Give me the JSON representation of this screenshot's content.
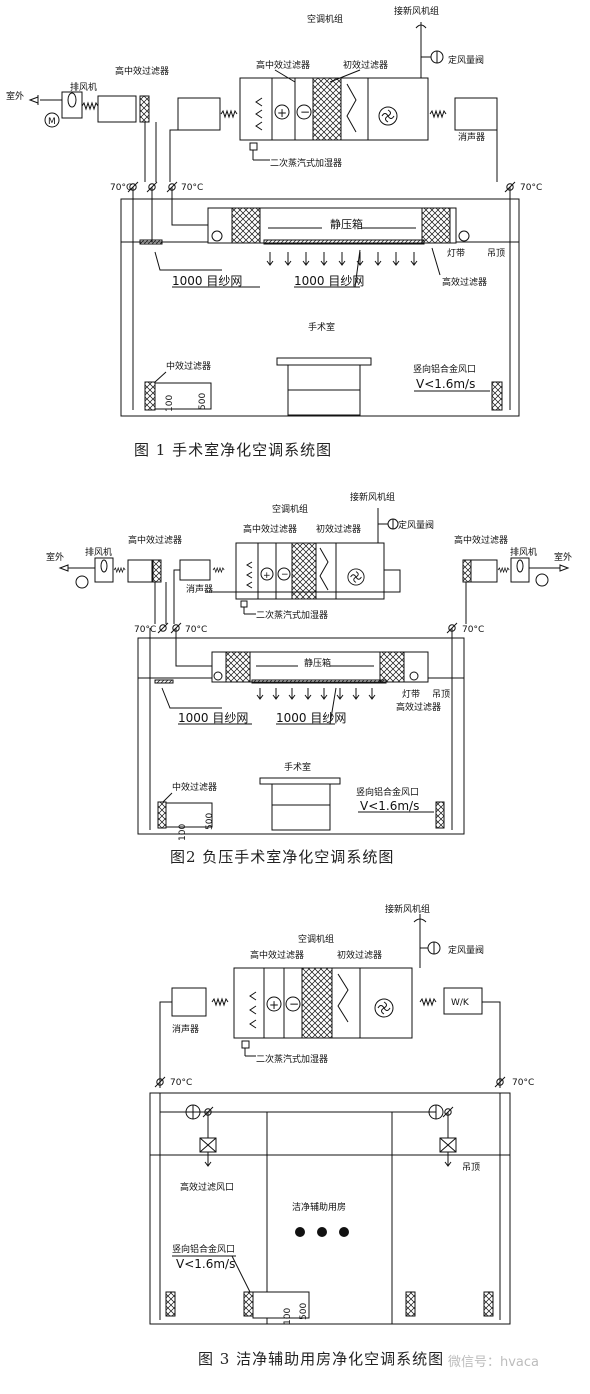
{
  "fig1": {
    "ahu": "空调机组",
    "fresh_air_unit": "接新风机组",
    "const_damper": "定风量阀",
    "med_high_filter_ahu": "高中效过滤器",
    "pre_filter": "初效过滤器",
    "outdoor": "室外",
    "exhaust_fan": "排风机",
    "med_high_filter_ex": "高中效过滤器",
    "silencer": "消声器",
    "humidifier": "二次蒸汽式加湿器",
    "fd70_a": "70°C",
    "fd70_b": "70°C",
    "fd70_c": "70°C",
    "plenum": "静压箱",
    "light_belt": "灯带",
    "ceiling": "吊顶",
    "mesh1": "1000 目纱网",
    "mesh2": "1000 目纱网",
    "hepa": "高效过滤器",
    "room": "手术室",
    "med_filter": "中效过滤器",
    "grille": "竖向铝合金风口",
    "velocity": "V<1.6m/s",
    "dim_100": "100",
    "dim_500": "500",
    "caption": "图 1  手术室净化空调系统图"
  },
  "fig2": {
    "ahu": "空调机组",
    "fresh_air_unit": "接新风机组",
    "const_damper": "定风量阀",
    "med_high_filter_ahu": "高中效过滤器",
    "pre_filter": "初效过滤器",
    "outdoor_l": "室外",
    "exhaust_fan_l": "排风机",
    "med_high_filter_l": "高中效过滤器",
    "outdoor_r": "室外",
    "exhaust_fan_r": "排风机",
    "med_high_filter_r": "高中效过滤器",
    "silencer": "消声器",
    "humidifier": "二次蒸汽式加湿器",
    "fd70_a": "70°C",
    "fd70_b": "70°C",
    "fd70_c": "70°C",
    "plenum": "静压箱",
    "light_belt": "灯带",
    "ceiling": "吊顶",
    "mesh1": "1000 目纱网",
    "mesh2": "1000 目纱网",
    "hepa": "高效过滤器",
    "room": "手术室",
    "med_filter": "中效过滤器",
    "grille": "竖向铝合金风口",
    "velocity": "V<1.6m/s",
    "dim_100": "100",
    "dim_500": "500",
    "caption": "图2  负压手术室净化空调系统图"
  },
  "fig3": {
    "fresh_air_unit": "接新风机组",
    "ahu": "空调机组",
    "const_damper": "定风量阀",
    "med_high_filter": "高中效过滤器",
    "pre_filter": "初效过滤器",
    "silencer": "消声器",
    "humidifier": "二次蒸汽式加湿器",
    "fd70_a": "70°C",
    "fd70_b": "70°C",
    "hepa_outlet": "高效过滤风口",
    "ceiling": "吊顶",
    "room": "洁净辅助用房",
    "grille": "竖向铝合金风口",
    "velocity": "V<1.6m/s",
    "dim_100": "100",
    "dim_500": "500",
    "caption": "图 3   洁净辅助用房净化空调系统图",
    "watermark": "微信号：hvaca"
  }
}
